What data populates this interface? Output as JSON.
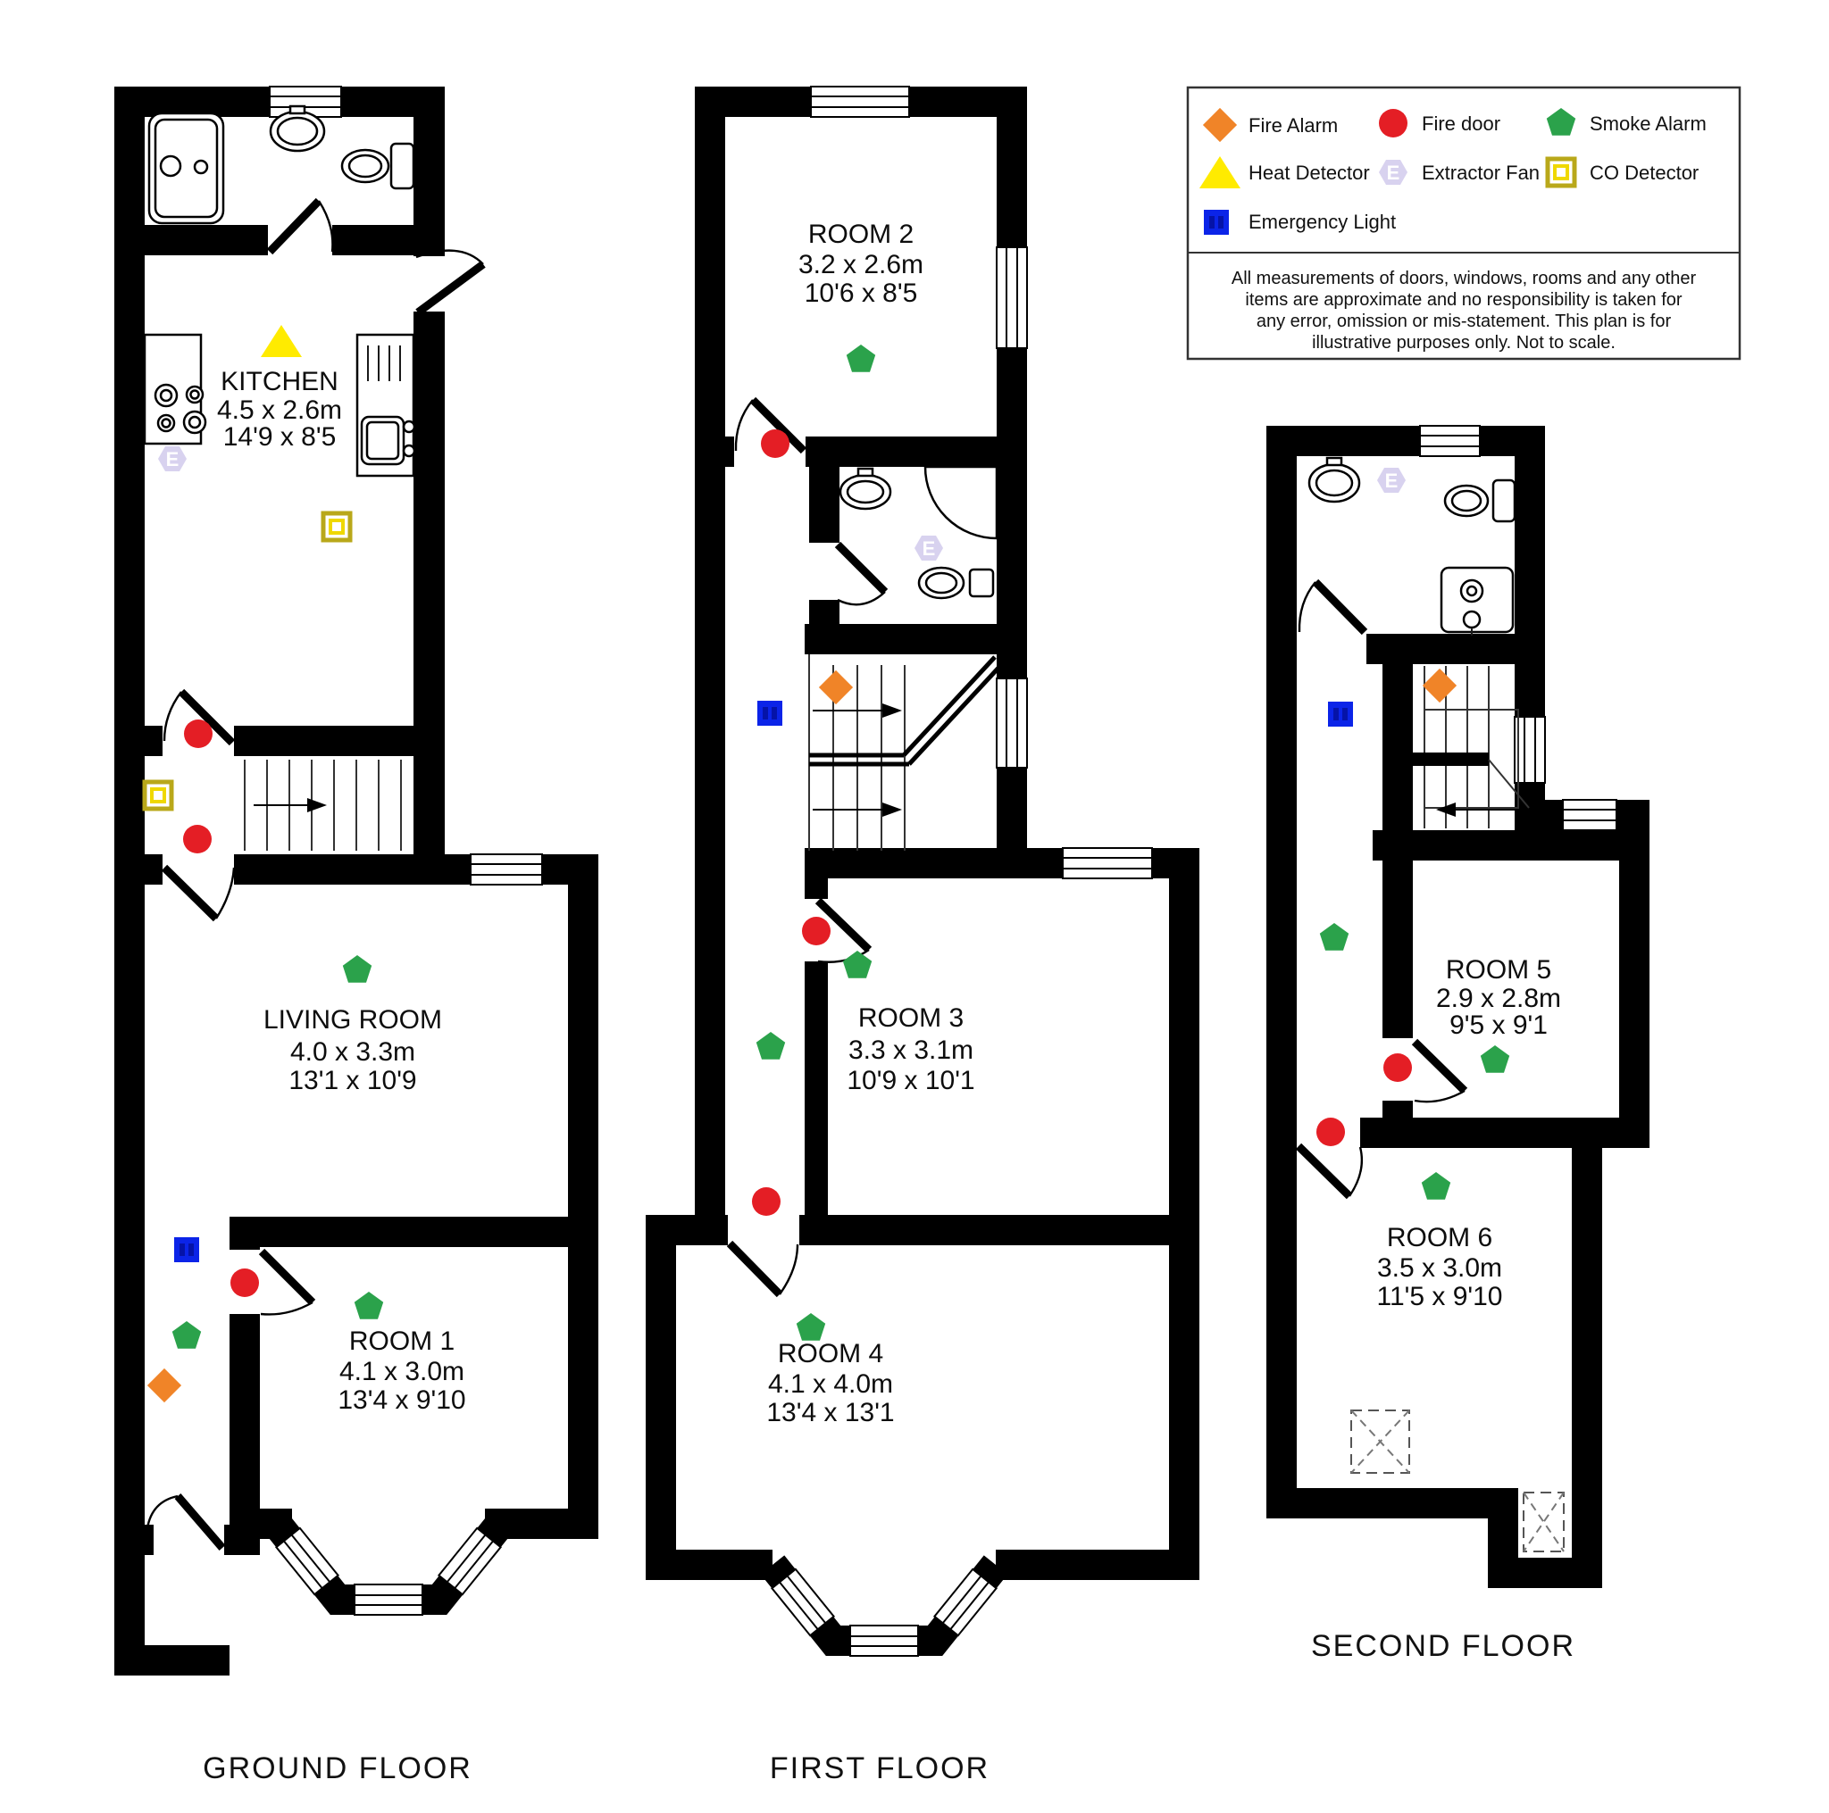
{
  "colors": {
    "wall": "#000000",
    "fire_alarm": "#F08428",
    "fire_door": "#E41E25",
    "smoke_alarm": "#2BA24B",
    "heat_detector": "#FFEB00",
    "extractor_fan": "#D8D2EF",
    "extractor_letter": "#FFFFFF",
    "co_detector": "#B9A81A",
    "co_detector_inner": "#EFD800",
    "emergency_light": "#0B24E8"
  },
  "icons": {
    "extractor_letter": "E"
  },
  "legend": {
    "items": [
      {
        "label": "Fire Alarm",
        "icon": "fire-alarm-icon"
      },
      {
        "label": "Fire door",
        "icon": "fire-door-icon"
      },
      {
        "label": "Smoke Alarm",
        "icon": "smoke-alarm-icon"
      },
      {
        "label": "Heat Detector",
        "icon": "heat-detector-icon"
      },
      {
        "label": "Extractor Fan",
        "icon": "extractor-fan-icon"
      },
      {
        "label": "CO Detector",
        "icon": "co-detector-icon"
      },
      {
        "label": "Emergency Light",
        "icon": "emergency-light-icon"
      }
    ],
    "disclaimer_lines": [
      "All measurements of doors, windows, rooms and any other",
      "items are approximate and no responsibility is taken for",
      "any error, omission or mis-statement. This plan is for",
      "illustrative purposes only. Not to scale."
    ]
  },
  "floors": [
    {
      "caption": "GROUND FLOOR",
      "rooms": [
        {
          "name": "KITCHEN",
          "metric": "4.5 x 2.6m",
          "imperial": "14'9 x 8'5"
        },
        {
          "name": "LIVING ROOM",
          "metric": "4.0 x 3.3m",
          "imperial": "13'1 x 10'9"
        },
        {
          "name": "ROOM 1",
          "metric": "4.1 x 3.0m",
          "imperial": "13'4 x 9'10"
        }
      ]
    },
    {
      "caption": "FIRST FLOOR",
      "rooms": [
        {
          "name": "ROOM 2",
          "metric": "3.2 x 2.6m",
          "imperial": "10'6 x 8'5"
        },
        {
          "name": "ROOM 3",
          "metric": "3.3 x 3.1m",
          "imperial": "10'9 x 10'1"
        },
        {
          "name": "ROOM 4",
          "metric": "4.1 x 4.0m",
          "imperial": "13'4 x 13'1"
        }
      ]
    },
    {
      "caption": "SECOND FLOOR",
      "rooms": [
        {
          "name": "ROOM 5",
          "metric": "2.9 x 2.8m",
          "imperial": "9'5 x 9'1"
        },
        {
          "name": "ROOM 6",
          "metric": "3.5 x 3.0m",
          "imperial": "11'5 x 9'10"
        }
      ]
    }
  ]
}
